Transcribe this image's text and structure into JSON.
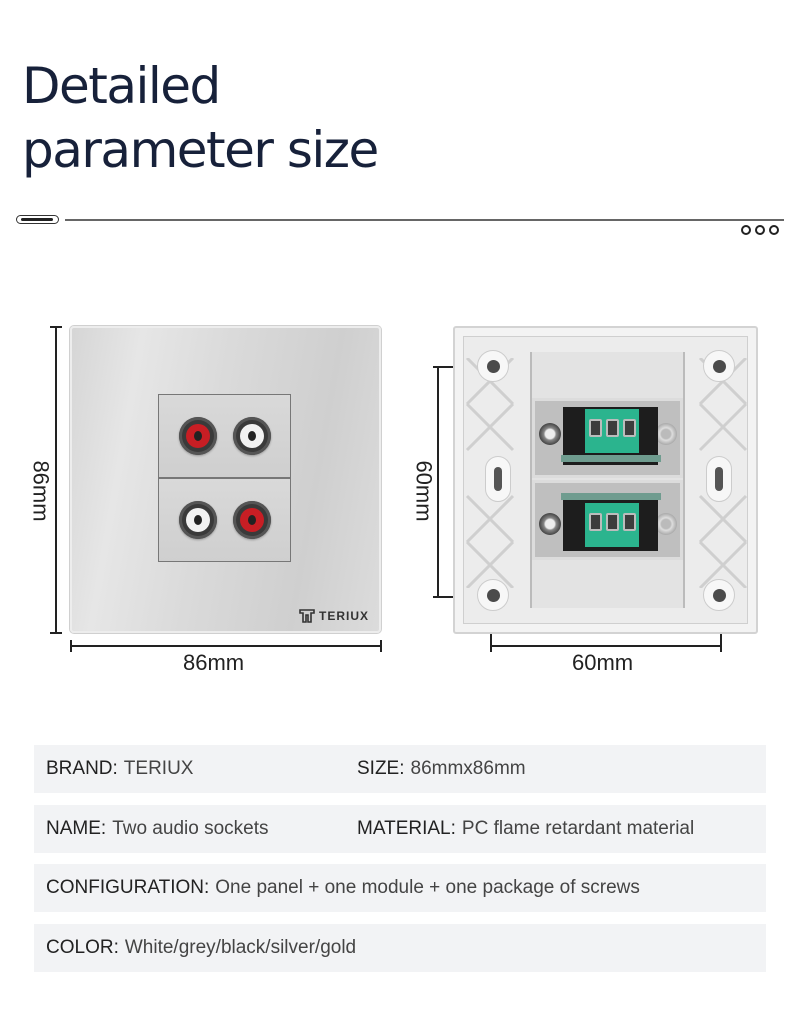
{
  "header": {
    "title_line1": "Detailed",
    "title_line2": "parameter size"
  },
  "decorations": {
    "dots_icon": "three-circles-icon",
    "pill_icon": "pill-bar-icon"
  },
  "front_view": {
    "height_label": "86mm",
    "width_label": "86mm",
    "brand_mark": "TERIUX",
    "sockets": [
      {
        "position": "top-left",
        "color": "#c81e24"
      },
      {
        "position": "top-right",
        "color": "#f2f2f2"
      },
      {
        "position": "bottom-left",
        "color": "#f2f2f2"
      },
      {
        "position": "bottom-right",
        "color": "#c81e24"
      }
    ]
  },
  "back_view": {
    "height_label": "60mm",
    "width_label": "60mm",
    "terminal_color": "#2bb48e"
  },
  "specs": [
    {
      "label": "BRAND:",
      "value": "TERIUX"
    },
    {
      "label": "SIZE:",
      "value": "86mmx86mm"
    },
    {
      "label": "NAME:",
      "value": "Two audio sockets"
    },
    {
      "label": "MATERIAL:",
      "value": "PC flame retardant material"
    },
    {
      "label": "CONFIGURATION:",
      "value": "One panel + one module + one package of screws"
    },
    {
      "label": "COLOR:",
      "value": "White/grey/black/silver/gold"
    }
  ],
  "colors": {
    "title": "#17213a",
    "spec_background": "#f2f3f5",
    "red_socket": "#c81e24",
    "white_socket": "#f2f2f2"
  }
}
